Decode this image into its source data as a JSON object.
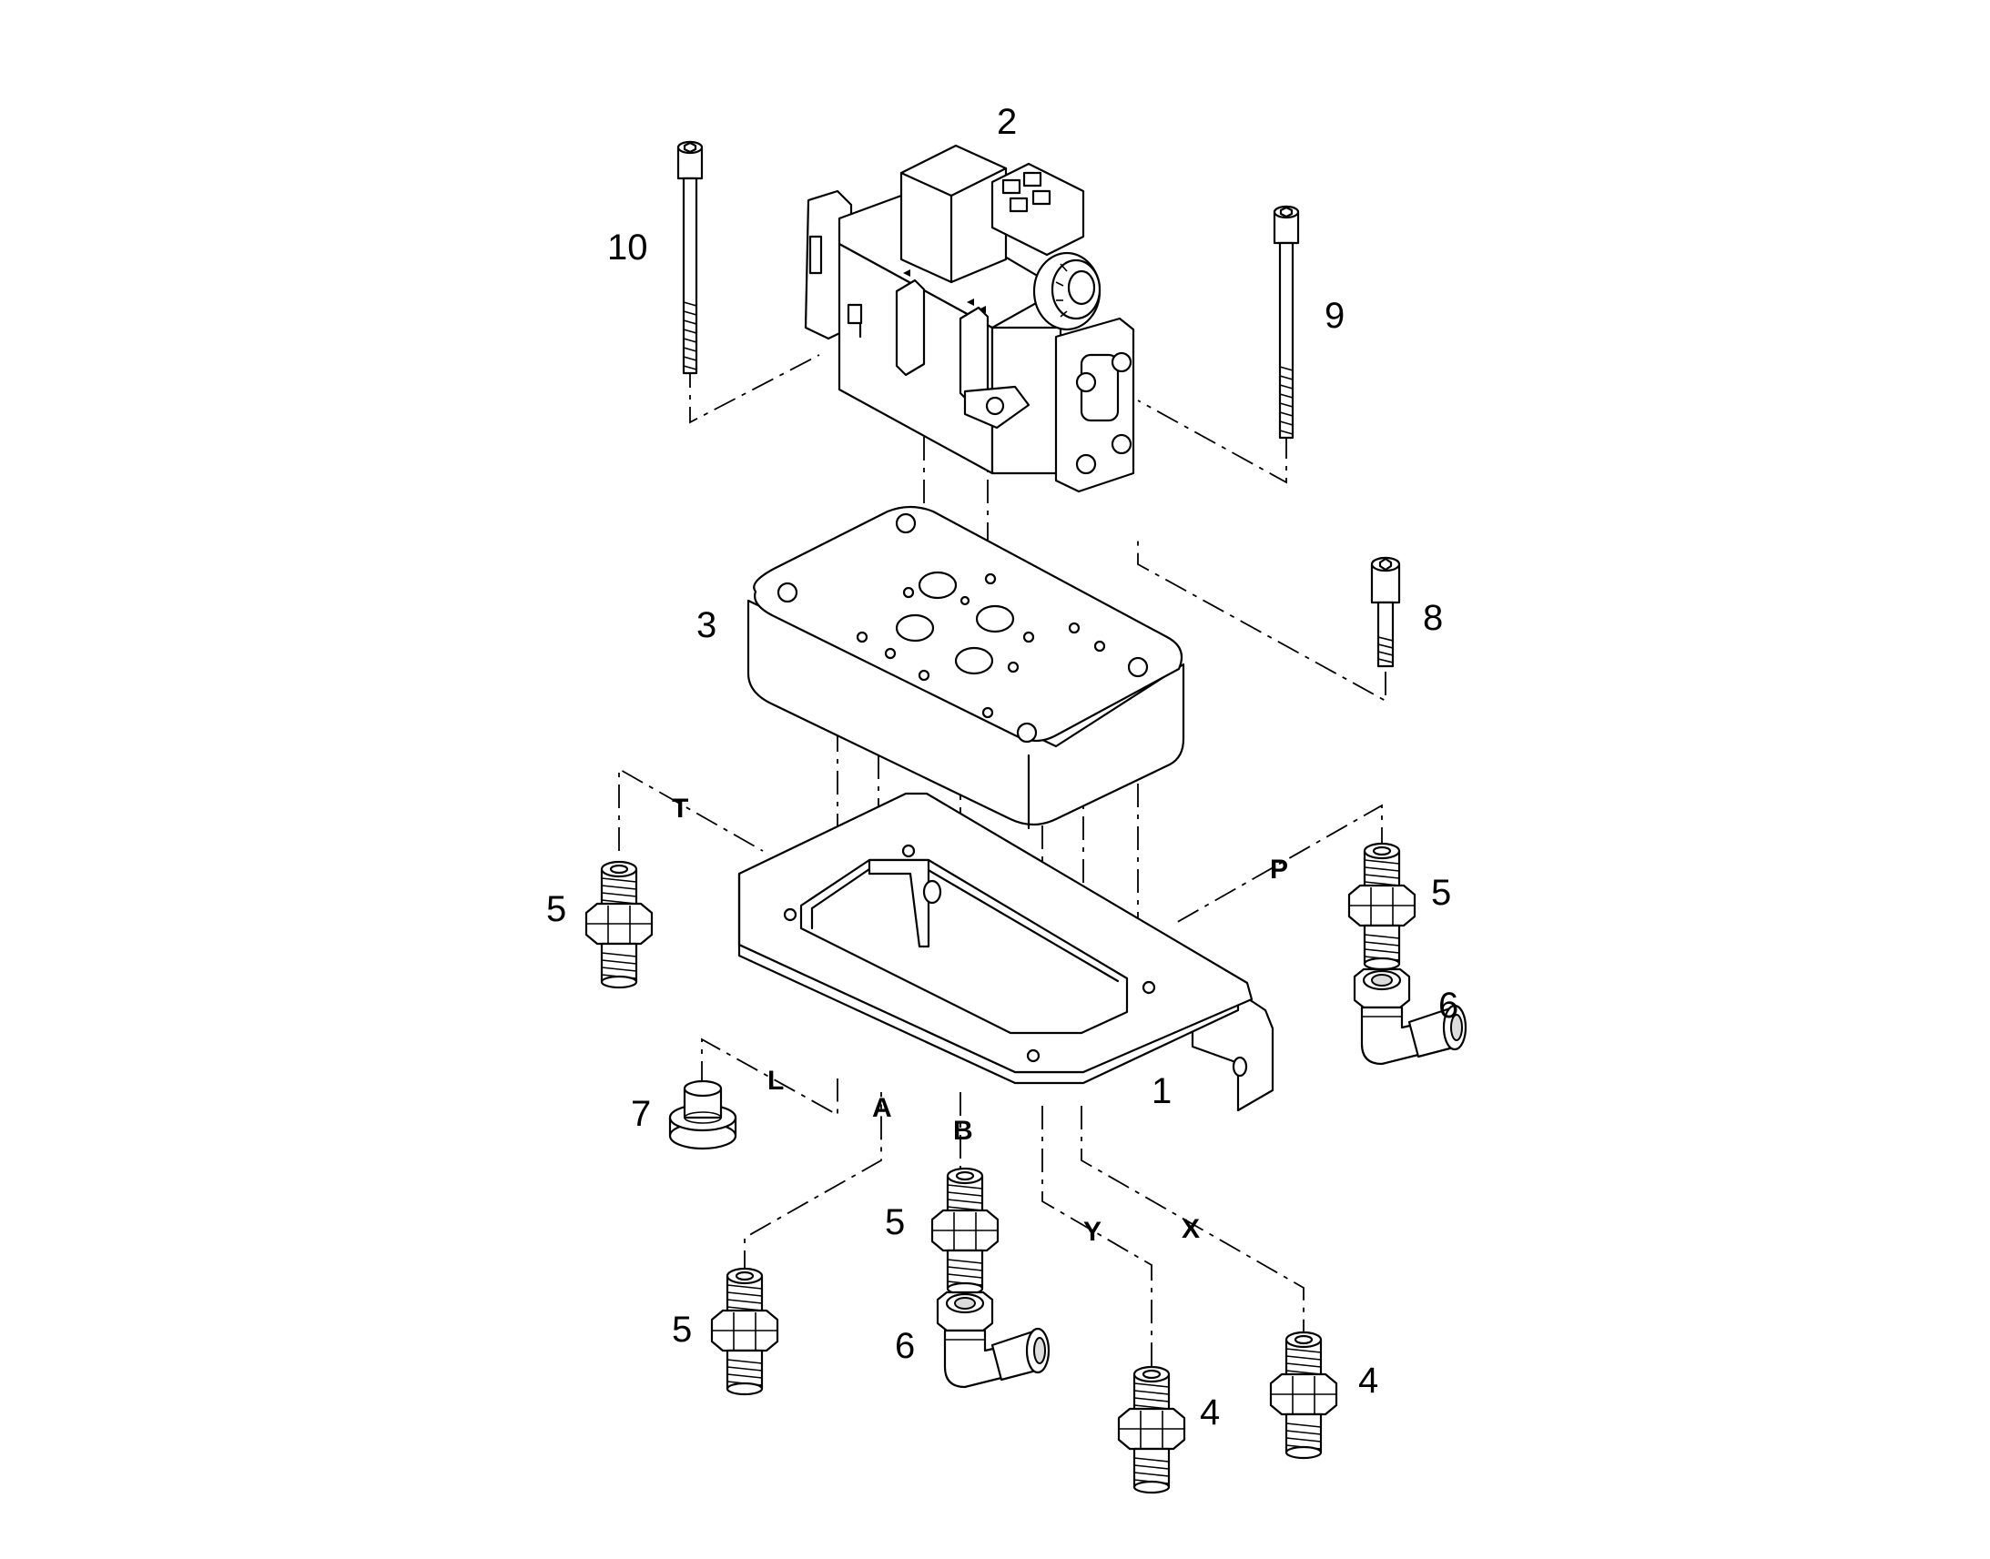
{
  "callouts": {
    "c1": "1",
    "c2": "2",
    "c3": "3",
    "c4a": "4",
    "c4b": "4",
    "c5_left": "5",
    "c5_right": "5",
    "c5_b": "5",
    "c5_a": "5",
    "c6_right": "6",
    "c6_bottom": "6",
    "c7": "7",
    "c8": "8",
    "c9": "9",
    "c10": "10"
  },
  "ports": {
    "T": "T",
    "P": "P",
    "L": "L",
    "A": "A",
    "B": "B",
    "Y": "Y",
    "X": "X"
  },
  "parts": {
    "bracket": "bracket-plate",
    "valve": "solenoid-directional-valve",
    "subplate": "manifold-subplate",
    "screws": "socket-head-cap-screw",
    "fittings": "straight-threaded-fitting",
    "elbows": "elbow-fitting",
    "plug": "port-plug"
  }
}
